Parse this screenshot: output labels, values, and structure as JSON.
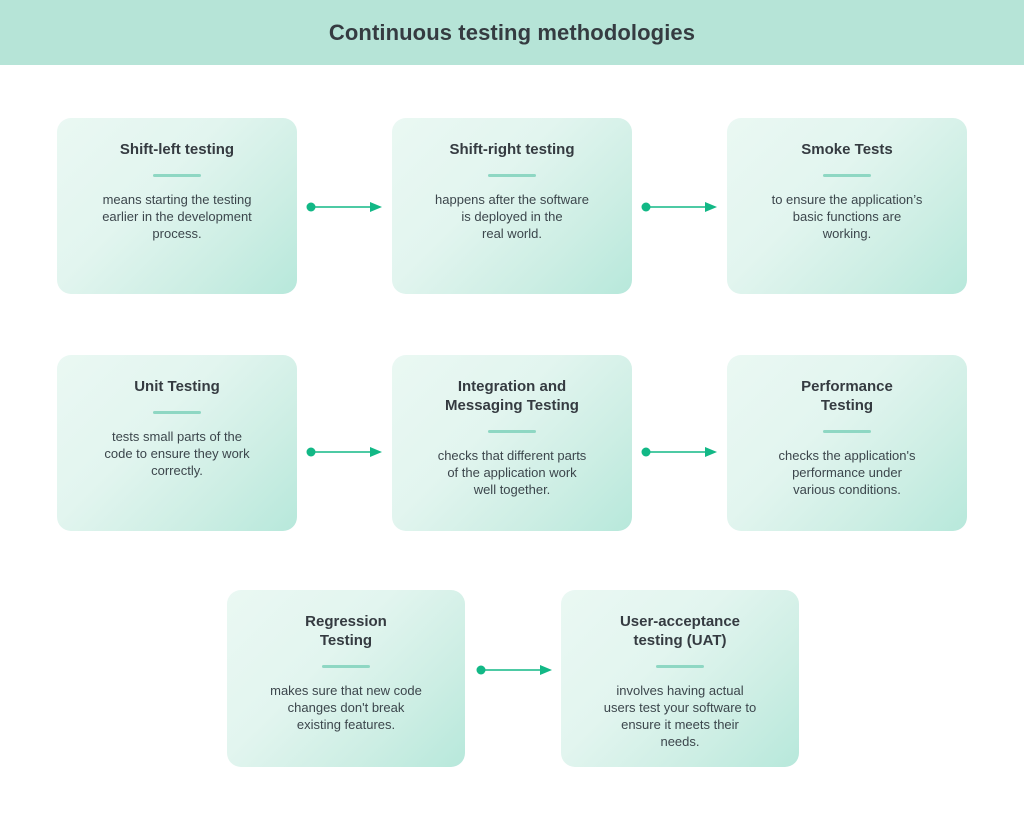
{
  "header": {
    "title": "Continuous testing methodologies",
    "background_color": "#b6e4d7",
    "text_color": "#353b41"
  },
  "theme": {
    "page_background": "#ffffff",
    "card_gradient_start": "#eaf8f3",
    "card_gradient_end": "#b7e8db",
    "divider_color": "#8ed7c3",
    "arrow_color": "#12b886",
    "title_color": "#353b41",
    "body_color": "#3c464c"
  },
  "diagram": {
    "type": "flow-grid",
    "rows": [
      {
        "row_name": "row-1",
        "cards": [
          {
            "title": "Shift-left testing",
            "body": "means starting the testing\nearlier in the development\nprocess."
          },
          {
            "title": "Shift-right testing",
            "body": "happens after the software\nis deployed in the\nreal world."
          },
          {
            "title": "Smoke Tests",
            "body": "to ensure the application’s\nbasic functions are\nworking."
          }
        ],
        "connectors": [
          "arrow-right",
          "arrow-right"
        ]
      },
      {
        "row_name": "row-2",
        "cards": [
          {
            "title": "Unit Testing",
            "body": "tests small parts of the\ncode to ensure they work\ncorrectly."
          },
          {
            "title": "Integration and\nMessaging Testing",
            "body": "checks that different parts\nof the application work\nwell together."
          },
          {
            "title": "Performance\nTesting",
            "body": "checks the application's\nperformance under\nvarious conditions."
          }
        ],
        "connectors": [
          "arrow-right",
          "arrow-right"
        ]
      },
      {
        "row_name": "row-3",
        "cards": [
          {
            "title": "Regression\nTesting",
            "body": "makes sure that new code\nchanges don't break\nexisting features."
          },
          {
            "title": "User-acceptance\ntesting (UAT)",
            "body": "involves having actual\nusers test your software to\nensure it meets their\nneeds."
          }
        ],
        "connectors": [
          "arrow-right"
        ]
      }
    ]
  }
}
